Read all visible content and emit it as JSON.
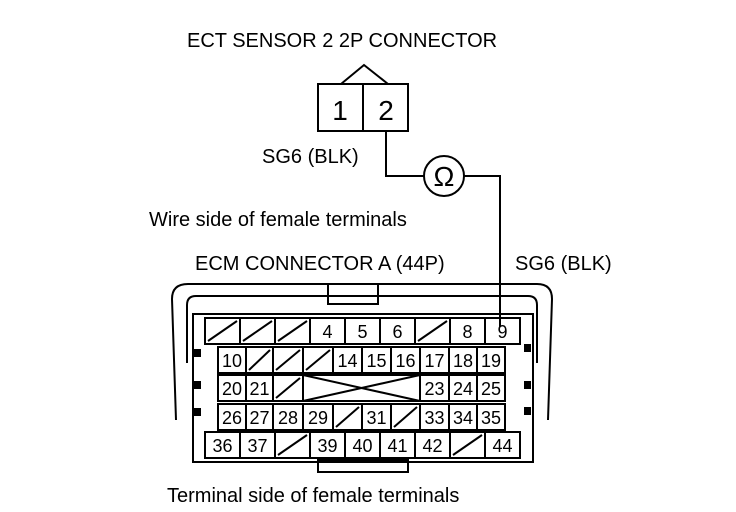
{
  "labels": {
    "ect_title": "ECT SENSOR 2 2P CONNECTOR",
    "sg6_left": "SG6 (BLK)",
    "wire_side": "Wire side of female terminals",
    "ecm_title": "ECM CONNECTOR A (44P)",
    "sg6_right": "SG6 (BLK)",
    "terminal_side": "Terminal side of female terminals"
  },
  "ect_connector": {
    "terminals": [
      "1",
      "2"
    ]
  },
  "ohmmeter": {
    "symbol": "Ω"
  },
  "ecm_connector": {
    "rows": [
      [
        "",
        "",
        "",
        "4",
        "5",
        "6",
        "",
        "8",
        "9"
      ],
      [
        "10",
        "",
        "",
        "",
        "14",
        "15",
        "16",
        "17",
        "18",
        "19"
      ],
      [
        "20",
        "21",
        "",
        "",
        "",
        "",
        "",
        "23",
        "24",
        "25"
      ],
      [
        "26",
        "27",
        "28",
        "29",
        "",
        "31",
        "",
        "33",
        "34",
        "35"
      ],
      [
        "36",
        "37",
        "",
        "39",
        "40",
        "41",
        "42",
        "",
        "44"
      ]
    ]
  },
  "colors": {
    "line": "#000000",
    "background": "#ffffff"
  }
}
